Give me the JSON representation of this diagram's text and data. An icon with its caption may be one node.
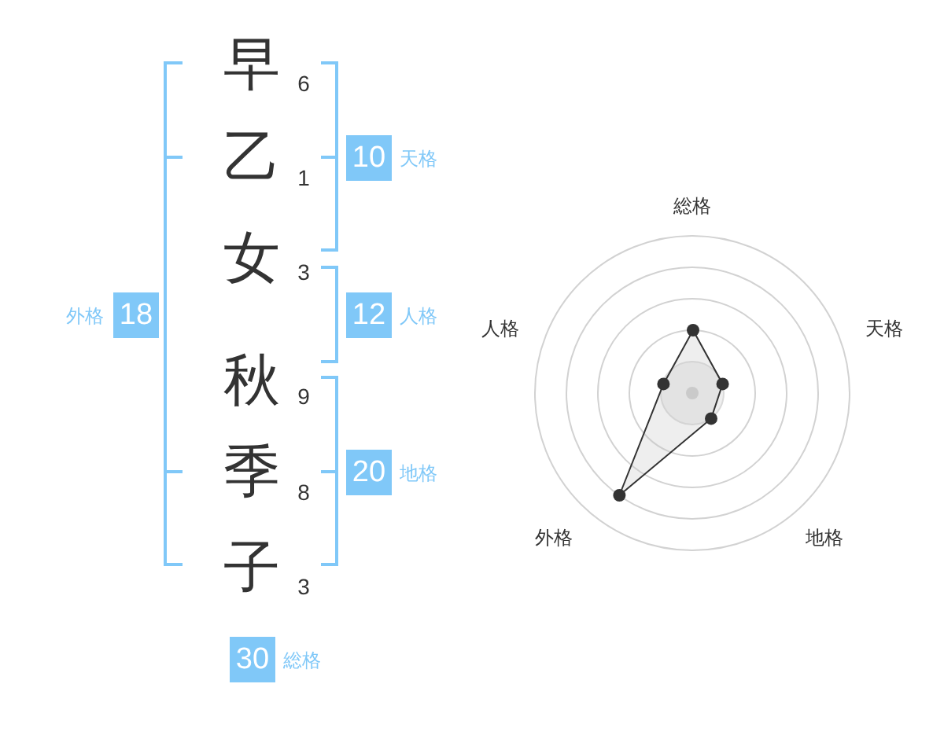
{
  "diagram": {
    "nodes": [
      {
        "text": [
          "10"
        ],
        "beside": [
          "天格"
        ]
      },
      {
        "text": [
          "18"
        ],
        "beside": [
          "外格"
        ]
      },
      {
        "text": [
          "12"
        ],
        "beside": [
          "人格"
        ]
      },
      {
        "text": [
          "20"
        ],
        "beside": [
          "地格"
        ]
      },
      {
        "text": [
          "30"
        ],
        "beside": [
          "総格"
        ]
      }
    ],
    "labels": [
      "早",
      "6",
      "乙",
      "1",
      "女",
      "3",
      "秋",
      "9",
      "季",
      "8",
      "子",
      "3",
      "総格",
      "人格",
      "天格",
      "外格",
      "地格"
    ]
  }
}
